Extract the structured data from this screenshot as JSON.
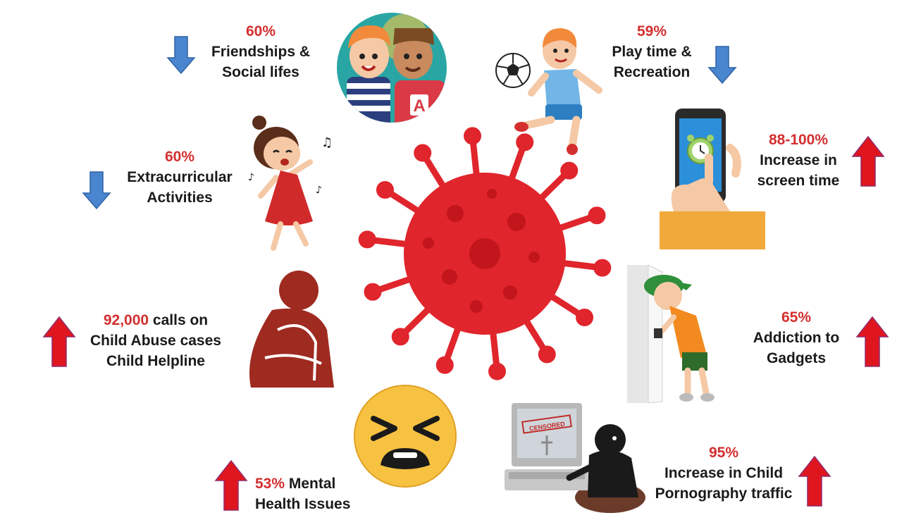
{
  "stats": {
    "friendships": {
      "pct": "60%",
      "line1": "Friendships &",
      "line2": "Social lifes",
      "direction": "down"
    },
    "playtime": {
      "pct": "59%",
      "line1": "Play time &",
      "line2": "Recreation",
      "direction": "down"
    },
    "extracurricular": {
      "pct": "60%",
      "line1": "Extracurricular",
      "line2": "Activities",
      "direction": "down"
    },
    "screentime": {
      "pct": "88-100%",
      "line1": "Increase in",
      "line2": "screen time",
      "direction": "up"
    },
    "helpline": {
      "pct": "92,000",
      "line1_rest": " calls on",
      "line2": "Child Abuse cases",
      "line3": "Child Helpline",
      "direction": "up"
    },
    "gadgets": {
      "pct": "65%",
      "line1": "Addiction to",
      "line2": "Gadgets",
      "direction": "up"
    },
    "mental": {
      "pct": "53%",
      "line1_rest": " Mental",
      "line2": "Health Issues",
      "direction": "up"
    },
    "pornography": {
      "pct": "95%",
      "line1": "Increase in Child",
      "line2": "Pornography traffic",
      "direction": "up"
    }
  },
  "monitor_stamp": "CENSORED",
  "shirt_letter": "A",
  "colors": {
    "accent_red": "#d32f2f",
    "virus_red": "#e0252c",
    "arrow_up": "#e0161f",
    "arrow_down": "#4a86cf"
  },
  "icons": [
    "friends-icon",
    "soccer-kid-icon",
    "singing-girl-icon",
    "phone-alarm-icon",
    "virus-icon",
    "sad-sitting-person-icon",
    "gadget-boy-icon",
    "frustrated-face-icon",
    "computer-user-icon"
  ]
}
